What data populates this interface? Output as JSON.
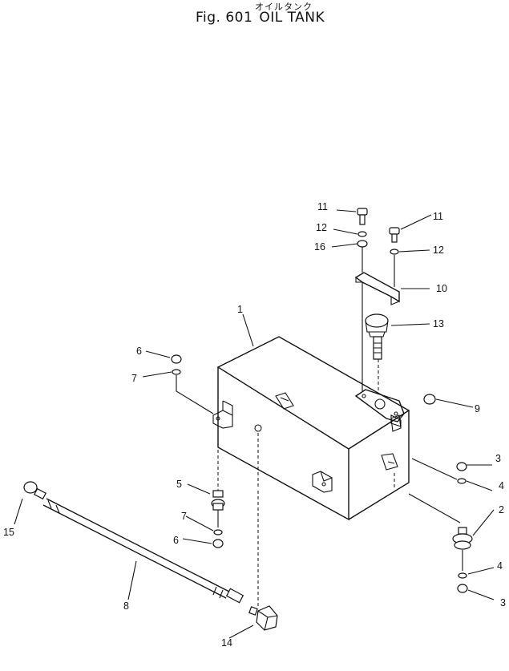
{
  "header": {
    "subtitle_jp": "オイルタンク",
    "fig_label": "Fig. 601",
    "title": "OIL TANK"
  },
  "callouts": [
    "1",
    "2",
    "3",
    "4",
    "5",
    "6",
    "7",
    "8",
    "9",
    "10",
    "11",
    "12",
    "13",
    "14",
    "15",
    "16"
  ],
  "labels": {
    "c1": "1",
    "c2": "2",
    "c3a": "3",
    "c3b": "3",
    "c4a": "4",
    "c4b": "4",
    "c5": "5",
    "c6a": "6",
    "c6b": "6",
    "c7a": "7",
    "c7b": "7",
    "c8": "8",
    "c9": "9",
    "c10": "10",
    "c11a": "11",
    "c11b": "11",
    "c12a": "12",
    "c12b": "12",
    "c13": "13",
    "c14": "14",
    "c15": "15",
    "c16": "16"
  }
}
